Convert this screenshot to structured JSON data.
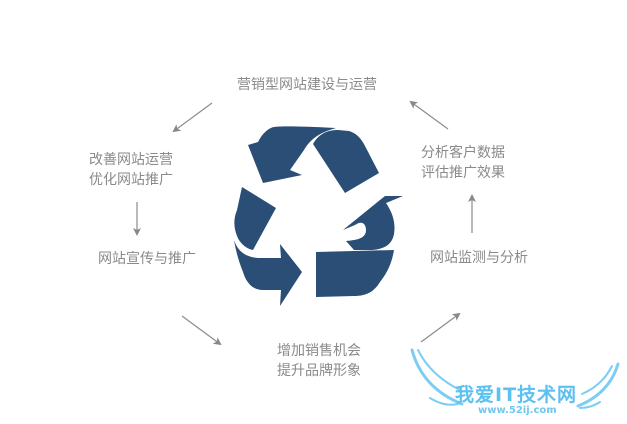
{
  "diagram": {
    "center_icon": "recycle-icon",
    "icon_color": "#2a4e75",
    "text_color": "#8a8a8a",
    "arrow_color": "#888888",
    "steps": {
      "top": {
        "lines": [
          "营销型网站建设与运营"
        ]
      },
      "left_upper": {
        "lines": [
          "改善网站运营",
          "优化网站推广"
        ]
      },
      "left_lower": {
        "lines": [
          "网站宣传与推广"
        ]
      },
      "bottom": {
        "lines": [
          "增加销售机会",
          "提升品牌形象"
        ]
      },
      "right_lower": {
        "lines": [
          "网站监测与分析"
        ]
      },
      "right_upper": {
        "lines": [
          "分析客户数据",
          "评估推广效果"
        ]
      }
    }
  },
  "watermark": {
    "title": "我爱IT技术网",
    "url": "www.52ij.com",
    "color": "#5cc0f0"
  }
}
